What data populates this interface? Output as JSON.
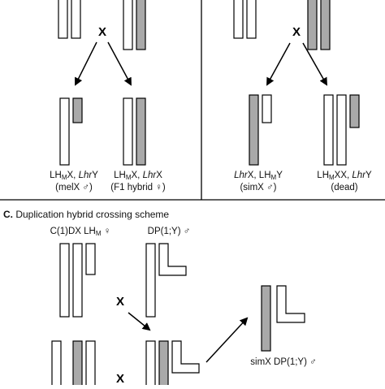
{
  "colors": {
    "line": "#000000",
    "white_chrom": "#ffffff",
    "grey_chrom": "#a9a9a9"
  },
  "cross_symbol": "X",
  "panelA": {
    "label_melX_geno": "LH",
    "label_melX_sub": "M",
    "label_melX_x": "X, ",
    "label_melX_lhr": "Lhr",
    "label_melX_y": "Y",
    "label_melX_name": "(melX ♂)",
    "label_f1_geno": "LH",
    "label_f1_sub": "M",
    "label_f1_x": "X, ",
    "label_f1_lhr": "Lhr",
    "label_f1_x2": "X",
    "label_f1_name": "(F1 hybrid ♀)"
  },
  "panelB": {
    "label_simX_lhr": "Lhr",
    "label_simX_x": "X, LH",
    "label_simX_sub": "M",
    "label_simX_y": "Y",
    "label_simX_name": "(simX ♂)",
    "label_dead_geno": "LH",
    "label_dead_sub": "M",
    "label_dead_xx": "XX, ",
    "label_dead_lhr": "Lhr",
    "label_dead_y": "Y",
    "label_dead_name": "(dead)"
  },
  "panelC": {
    "letter": "C.",
    "title": " Duplication hybrid crossing scheme",
    "c1dx_geno": "C(1)DX LH",
    "c1dx_sub": "M",
    "c1dx_sex": " ♀",
    "dp_geno": "DP(1;Y) ♂",
    "result": "simX DP(1;Y) ♂"
  }
}
